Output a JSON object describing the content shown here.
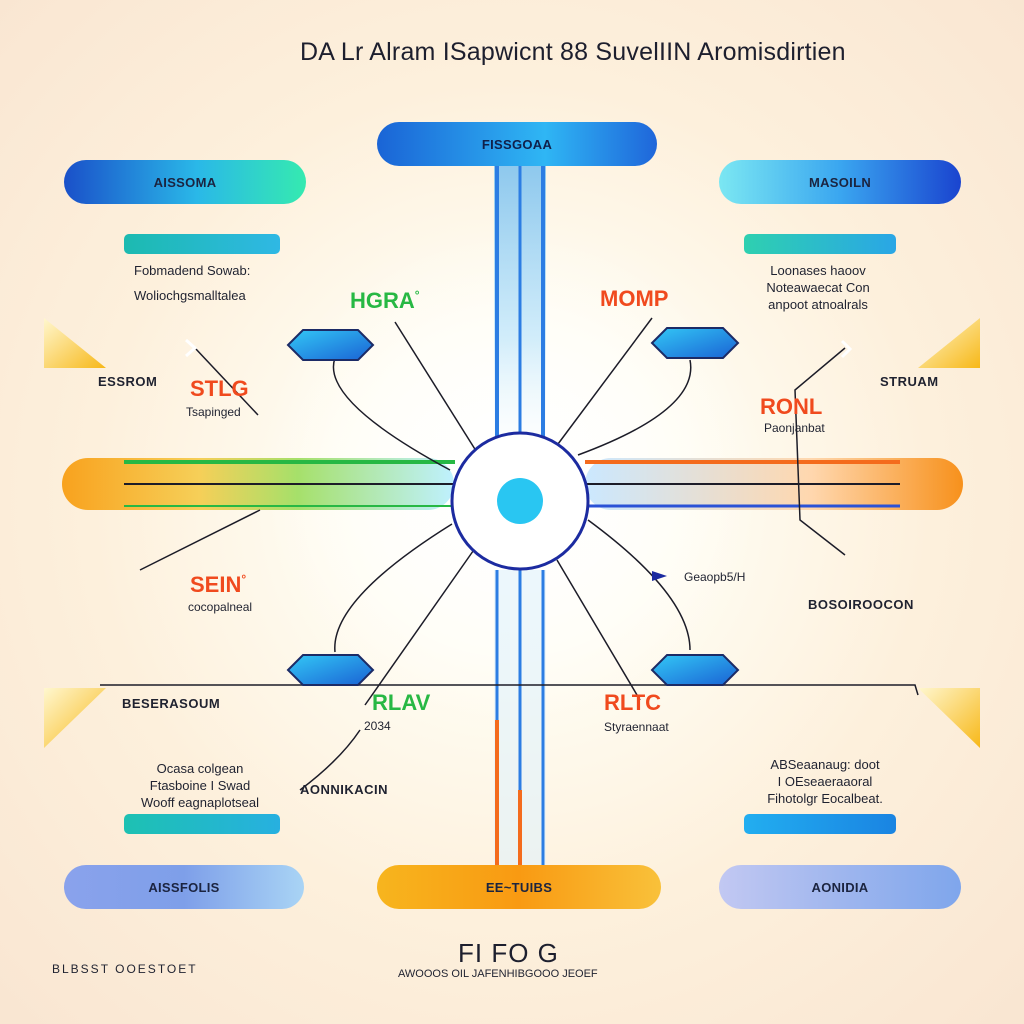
{
  "title": "DA Lr Alram ISapwicnt 88  SuvelIIN Aromisdirtien",
  "hub": {
    "label": ""
  },
  "pills": {
    "top": "FISSGOAA",
    "bottom": "EE~TUIBS",
    "top_left": "AISSOMA",
    "top_right": "MASOILN",
    "bottom_left": "AISSFOLIS",
    "bottom_right": "AONIDIA"
  },
  "colored_labels": {
    "hgra": {
      "text": "HGRA",
      "sup": "°",
      "color": "#27b844"
    },
    "momp": {
      "text": "MOMP",
      "color": "#f04a1e"
    },
    "stlg": {
      "text": "STLG",
      "color": "#f04a1e",
      "sub": "Tsapinged"
    },
    "ronl": {
      "text": "RONL",
      "color": "#f04a1e",
      "sub": "Paonjanbat"
    },
    "sein": {
      "text": "SEIN",
      "sup": "°",
      "color": "#f04a1e",
      "sub": "cocopalneal"
    },
    "rlav": {
      "text": "RLAV",
      "color": "#27b844",
      "sub": "2034"
    },
    "rltc": {
      "text": "RLTC",
      "color": "#f04a1e",
      "sub": "Styraennaat"
    }
  },
  "texts": {
    "tl_lines": [
      "Fobmadend Sowab:",
      "Woliochgsmalltalea"
    ],
    "tr_lines": [
      "Loonases haoov",
      "Noteawaecat Con",
      "anpoot atnoalrals"
    ],
    "bl_lines": [
      "Ocasa colgean",
      "Ftasboine I Swad",
      "Wooff eagnaplotseal"
    ],
    "br_lines": [
      "ABSeaanaug: doot",
      "I OEseaeraaoral",
      "Fihotolgr Eocalbeat."
    ],
    "essrom": "ESSROM",
    "struam": "STRUAM",
    "besersom": "BESERASOUM",
    "aonnikacin": "AONNIKACIN",
    "bosoiroocon": "BOSOIROOCON",
    "geaop": "Geaopb5/H"
  },
  "footer": {
    "title": "FI FO G",
    "subtitle": "AWOOOS OIL JAFENHIBGOOO JEOEF",
    "left": "BLBSST OOESTOET"
  },
  "colors": {
    "blue": "#1a64d6",
    "cyan": "#25c6f0",
    "teal": "#1fc7b4",
    "orange": "#f8981a",
    "red": "#f04a1e",
    "green": "#27b844",
    "navy": "#1c2ba0"
  }
}
